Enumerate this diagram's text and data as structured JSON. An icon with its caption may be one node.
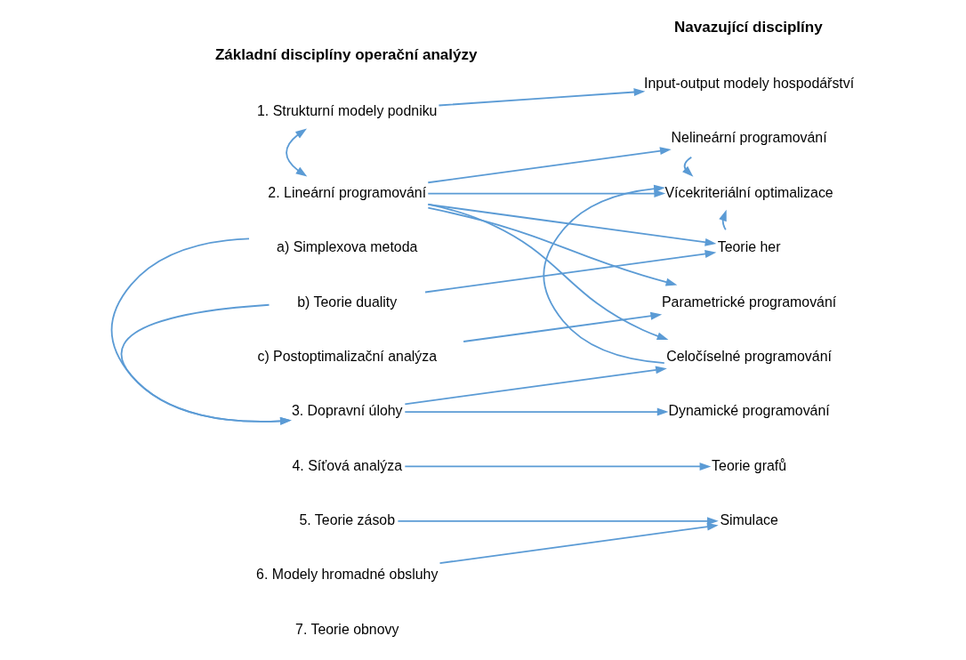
{
  "diagram": {
    "nodes": [
      {
        "text": [
          "1. Strukturní modely podniku"
        ]
      },
      {
        "text": [
          "2. Lineární programování"
        ]
      },
      {
        "text": [
          "a) Simplexova metoda"
        ]
      },
      {
        "text": [
          "b) Teorie duality"
        ]
      },
      {
        "text": [
          "c) Postoptimalizační analýza"
        ]
      },
      {
        "text": [
          "3. Dopravní úlohy"
        ]
      },
      {
        "text": [
          "4. Síťová analýza"
        ]
      },
      {
        "text": [
          "5. Teorie zásob"
        ]
      },
      {
        "text": [
          "6. Modely hromadné obsluhy"
        ]
      },
      {
        "text": [
          "7. Teorie obnovy"
        ]
      },
      {
        "text": [
          "Input-output modely hospodářství"
        ]
      },
      {
        "text": [
          "Nelineární programování"
        ]
      },
      {
        "text": [
          "Vícekriteriální optimalizace"
        ]
      },
      {
        "text": [
          "Teorie her"
        ]
      },
      {
        "text": [
          "Parametrické programování"
        ]
      },
      {
        "text": [
          "Celočíselné programování"
        ]
      },
      {
        "text": [
          "Dynamické programování"
        ]
      },
      {
        "text": [
          "Teorie grafů"
        ]
      },
      {
        "text": [
          "Simulace"
        ]
      }
    ],
    "edges": [
      {
        "from": 0,
        "to": 1,
        "arrow": "both"
      },
      {
        "from": 0,
        "to": 10,
        "arrow": "to"
      },
      {
        "from": 1,
        "to": 11,
        "arrow": "to"
      },
      {
        "from": 1,
        "to": 12,
        "arrow": "to"
      },
      {
        "from": 1,
        "to": 13,
        "arrow": "to"
      },
      {
        "from": 1,
        "to": 14,
        "arrow": "to"
      },
      {
        "from": 1,
        "to": 15,
        "arrow": "to"
      },
      {
        "from": 2,
        "to": 5,
        "arrow": "to"
      },
      {
        "from": 3,
        "to": 5,
        "arrow": "to"
      },
      {
        "from": 3,
        "to": 13,
        "arrow": "to"
      },
      {
        "from": 13,
        "to": 12,
        "arrow": "to"
      },
      {
        "from": 11,
        "to": 12,
        "arrow": "to"
      },
      {
        "from": 4,
        "to": 14,
        "arrow": "to"
      },
      {
        "from": 5,
        "to": 15,
        "arrow": "to"
      },
      {
        "from": 5,
        "to": 16,
        "arrow": "to"
      },
      {
        "from": 15,
        "to": 12,
        "arrow": "to"
      },
      {
        "from": 6,
        "to": 17,
        "arrow": "to"
      },
      {
        "from": 7,
        "to": 18,
        "arrow": "to"
      },
      {
        "from": 8,
        "to": 18,
        "arrow": "to"
      }
    ],
    "labels": [
      "Základní disciplíny operační analýzy",
      "Navazující disciplíny"
    ]
  }
}
